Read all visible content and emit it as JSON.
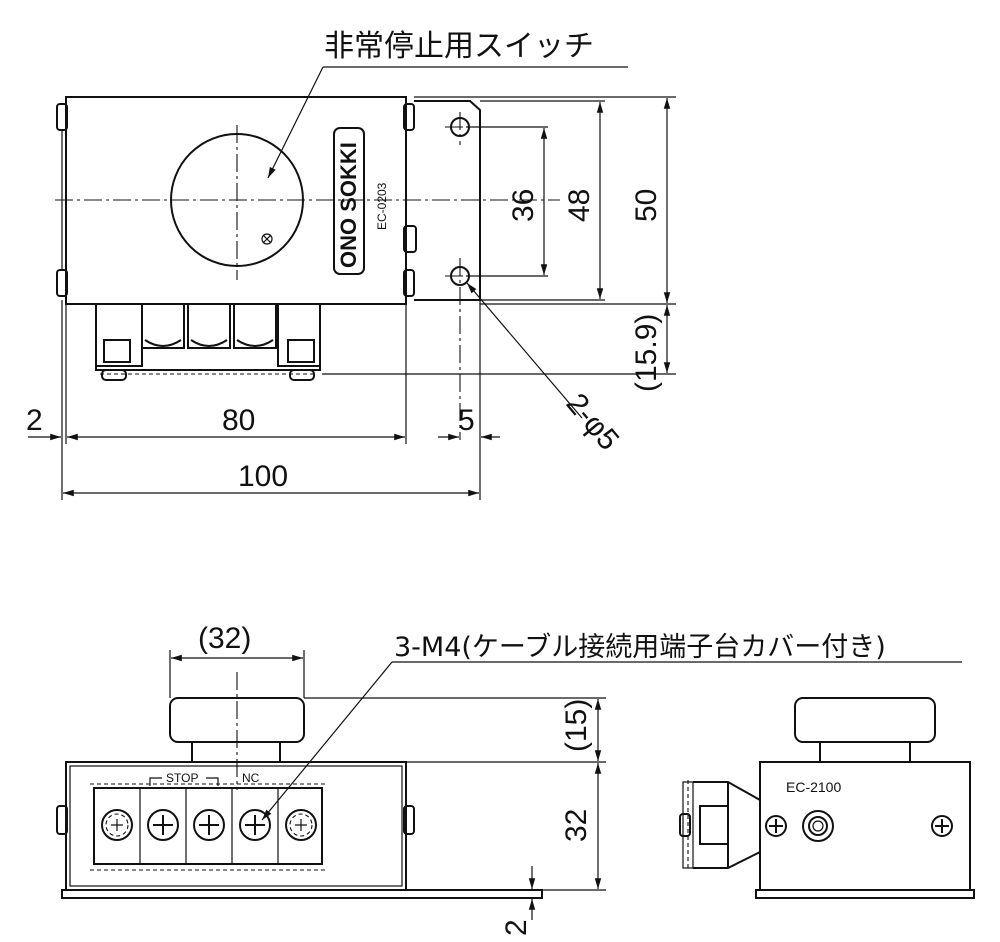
{
  "top_view": {
    "label_switch": "非常停止用スイッチ",
    "brand": "ONO SOKKI",
    "model": "EC-0203",
    "dims": {
      "d36": "36",
      "d48": "48",
      "d50": "50",
      "d15_9": "(15.9)",
      "d2": "2",
      "d80": "80",
      "d5": "5",
      "d100": "100",
      "hole": "2-φ5"
    }
  },
  "front_view": {
    "label_terminal": "3-M4(ケーブル接続用端子台カバー付き)",
    "stop": "STOP",
    "nc": "NC",
    "dims": {
      "d32_top": "(32)",
      "d15": "(15)",
      "d32": "32",
      "d2": "2"
    }
  },
  "side_view": {
    "model": "EC-2100"
  }
}
